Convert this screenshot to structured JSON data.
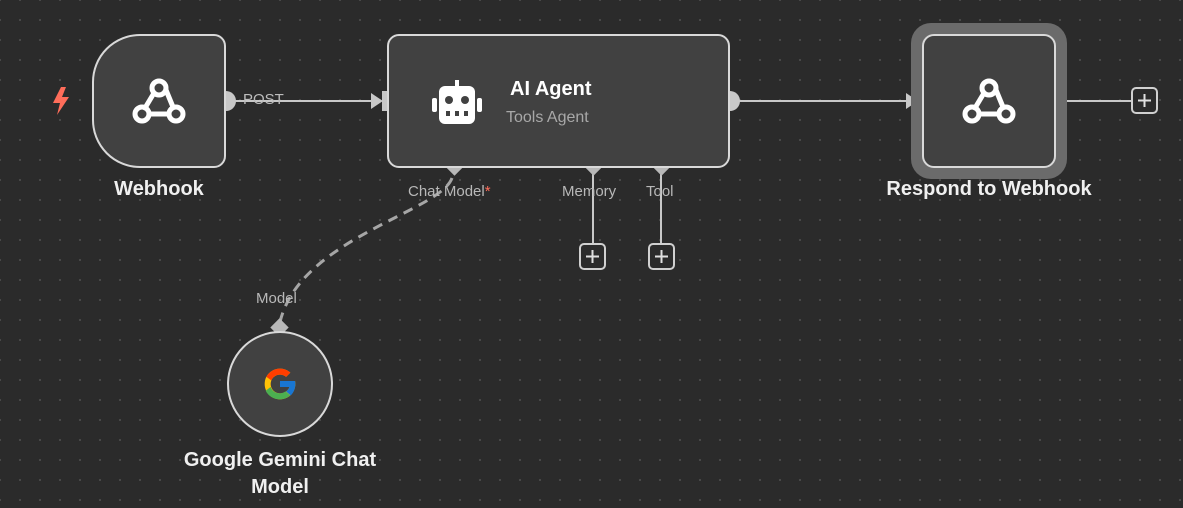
{
  "workflow": {
    "nodes": {
      "webhook": {
        "label": "Webhook",
        "icon": "webhook-icon",
        "output_label": "POST"
      },
      "agent": {
        "title": "AI Agent",
        "subtitle": "Tools Agent",
        "icon": "robot-icon",
        "ports": {
          "chat_model": "Chat Model",
          "chat_model_required": "*",
          "memory": "Memory",
          "tool": "Tool"
        }
      },
      "respond": {
        "label": "Respond to Webhook",
        "icon": "webhook-icon"
      },
      "gemini": {
        "label": "Google Gemini Chat Model",
        "icon": "google-g-icon",
        "port_label": "Model"
      }
    },
    "trigger_icon": "lightning-bolt-icon",
    "add_icon": "plus-icon"
  },
  "colors": {
    "canvas": "#2b2b2b",
    "node_fill": "#414141",
    "node_border": "#d9d9d9",
    "edge": "#c8c8c8",
    "trigger": "#ff6d5a",
    "required": "#ff6d5a",
    "dashed_edge": "#a6a6a6",
    "selected_halo": "#6b6b6b"
  }
}
